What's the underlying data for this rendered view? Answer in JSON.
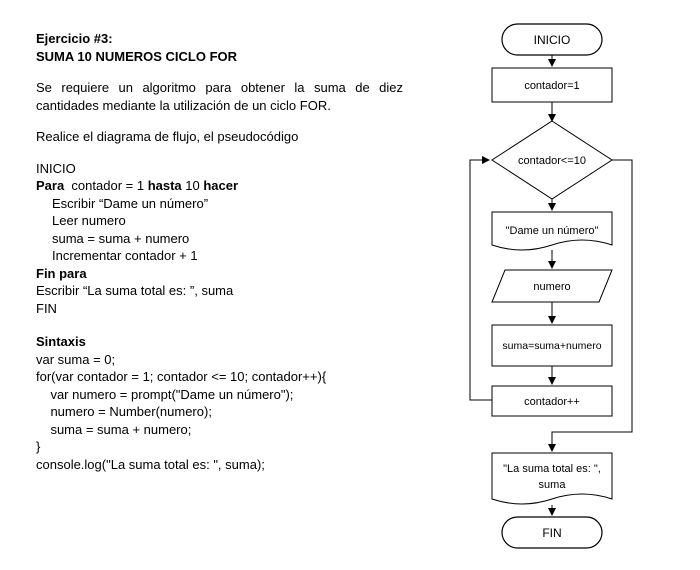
{
  "exercise": {
    "title": "Ejercicio #3:",
    "subtitle": "SUMA 10 NUMEROS CICLO FOR",
    "description_line1": "Se requiere un algoritmo para obtener la suma de diez",
    "description_line2": "cantidades mediante la utilización de un ciclo FOR.",
    "instruction": "Realice el diagrama de flujo, el pseudocódigo"
  },
  "pseudocode": {
    "inicio": "INICIO",
    "para_kw": "Para",
    "para_mid": "  contador = 1 ",
    "hasta_kw": "hasta",
    "para_num": " 10 ",
    "hacer_kw": "hacer",
    "body": [
      "Escribir “Dame un número”",
      "Leer numero",
      "suma = suma + numero",
      "Incrementar contador + 1"
    ],
    "fin_para": "Fin para",
    "escribir_final": "Escribir “La suma total es: ”, suma",
    "fin": "FIN"
  },
  "syntax": {
    "heading": "Sintaxis",
    "lines": [
      "var suma = 0;",
      "for(var contador = 1; contador <= 10; contador++){",
      "    var numero = prompt(\"Dame un número\");",
      "    numero = Number(numero);",
      "    suma = suma + numero;",
      "}",
      "console.log(\"La suma total es: \", suma);"
    ]
  },
  "flowchart": {
    "inicio": "INICIO",
    "init": "contador=1",
    "condition": "contador<=10",
    "prompt": "\"Dame un número\"",
    "input": "numero",
    "process": "suma=suma+numero",
    "increment": "contador++",
    "output_line1": "\"La suma total es: \",",
    "output_line2": "suma",
    "fin": "FIN"
  }
}
